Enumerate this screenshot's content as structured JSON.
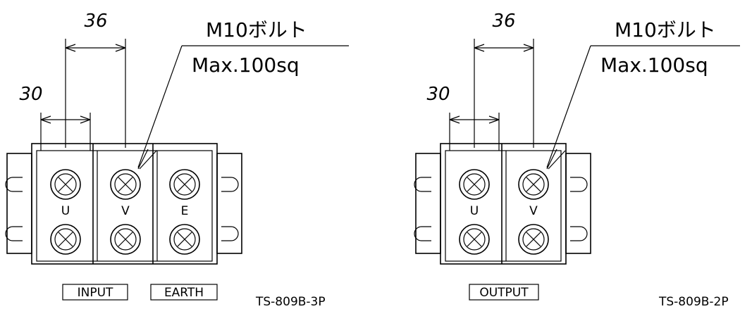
{
  "left": {
    "dim_pitch": "36",
    "dim_screw": "30",
    "bolt_spec": "M10ボルト",
    "wire_spec": "Max.100sq",
    "terminals": [
      "U",
      "V",
      "E"
    ],
    "box_labels": [
      "INPUT",
      "EARTH"
    ],
    "model": "TS-809B-3P"
  },
  "right": {
    "dim_pitch": "36",
    "dim_screw": "30",
    "bolt_spec": "M10ボルト",
    "wire_spec": "Max.100sq",
    "terminals": [
      "U",
      "V"
    ],
    "box_labels": [
      "OUTPUT"
    ],
    "model": "TS-809B-2P"
  }
}
